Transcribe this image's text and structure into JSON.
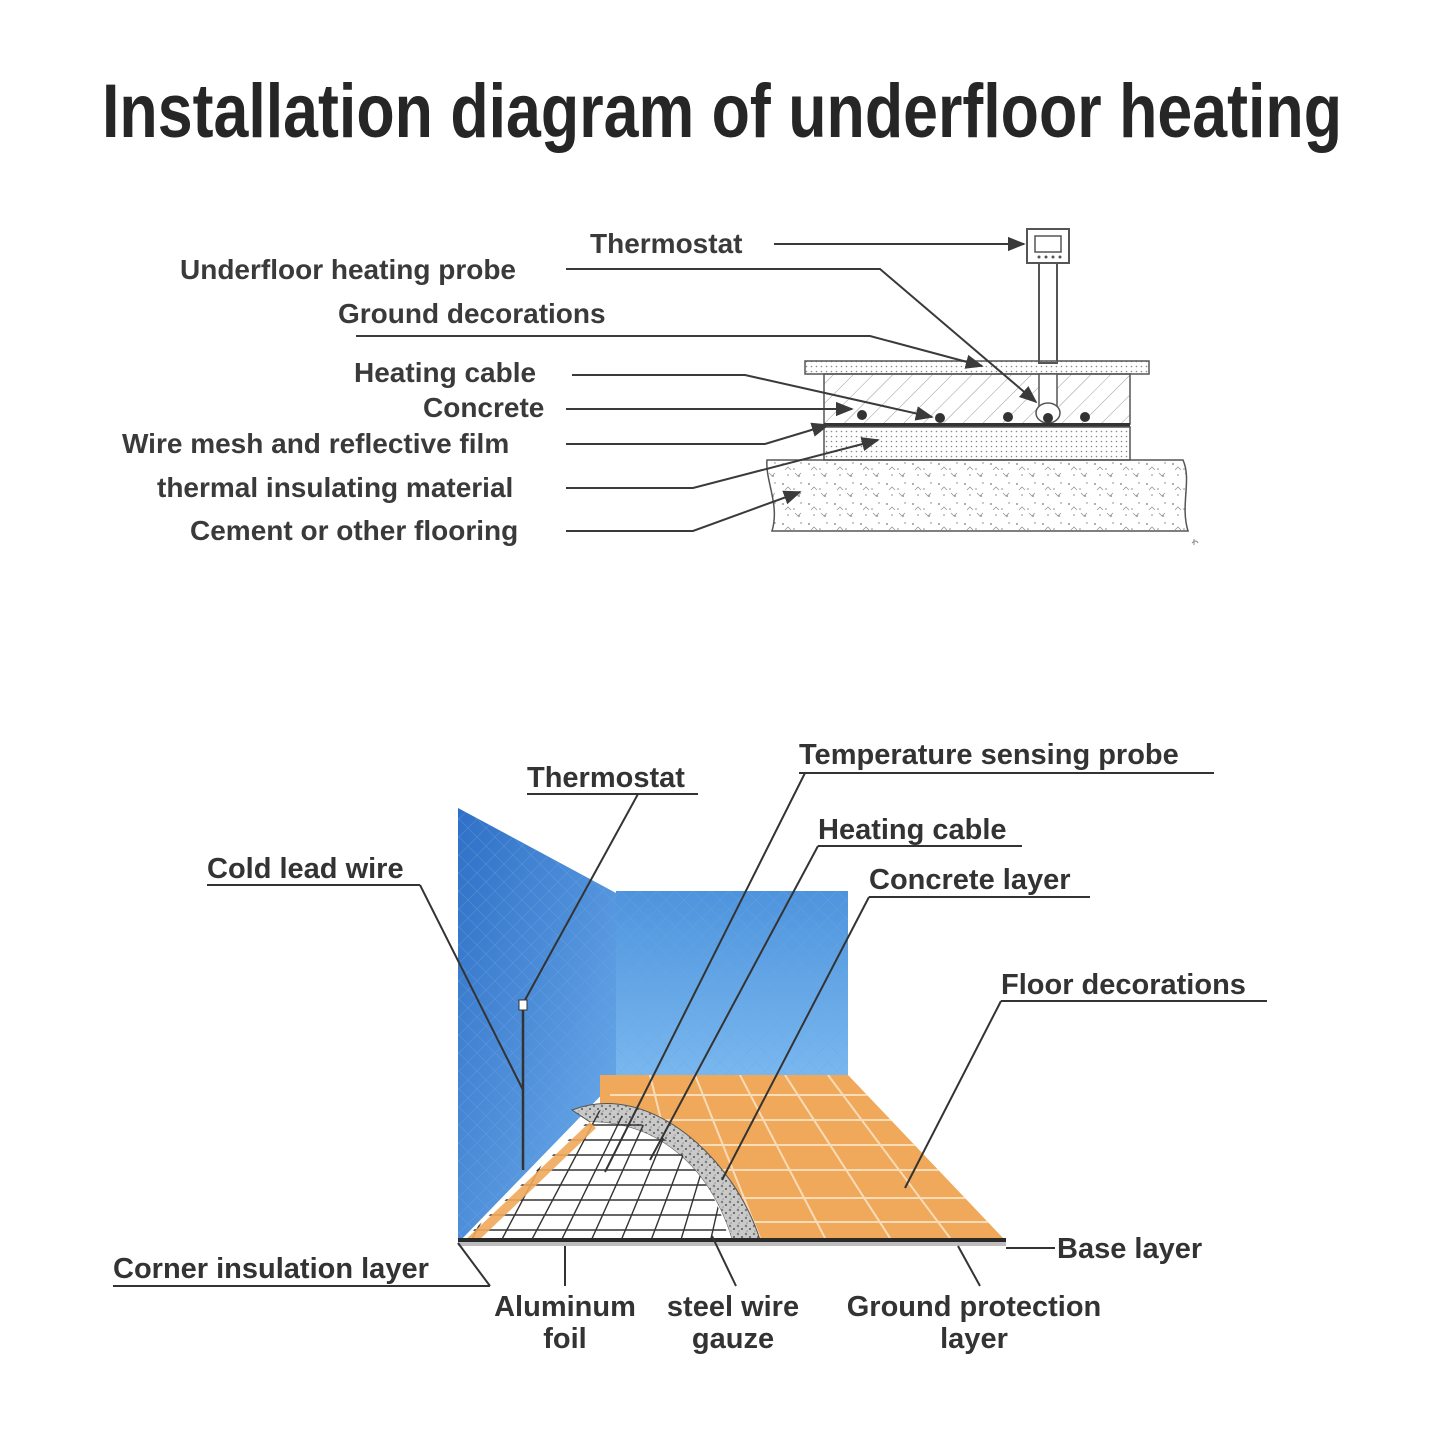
{
  "title": "Installation diagram of underfloor heating",
  "cross_section": {
    "labels": {
      "thermostat": "Thermostat",
      "probe": "Underfloor heating probe",
      "ground_decorations": "Ground decorations",
      "heating_cable": "Heating cable",
      "concrete": "Concrete",
      "wire_mesh": "Wire mesh and reflective film",
      "insulation": "thermal insulating material",
      "cement": "Cement or other flooring"
    }
  },
  "room_view": {
    "labels": {
      "thermostat": "Thermostat",
      "temperature_probe": "Temperature sensing probe",
      "heating_cable": "Heating cable",
      "cold_lead": "Cold lead wire",
      "concrete_layer": "Concrete layer",
      "floor_decorations": "Floor decorations",
      "base_layer": "Base layer",
      "corner_insulation": "Corner insulation layer",
      "aluminum_1": "Aluminum",
      "aluminum_2": "foil",
      "steel_1": "steel wire",
      "steel_2": "gauze",
      "ground_protection_1": "Ground protection",
      "ground_protection_2": "layer"
    }
  },
  "colors": {
    "wall_blue": "#4a8fd6",
    "wall_blue_dark": "#2c6fc4",
    "tile_orange": "#f0a85a",
    "tile_line": "#f7d7b0",
    "text": "#333333"
  }
}
